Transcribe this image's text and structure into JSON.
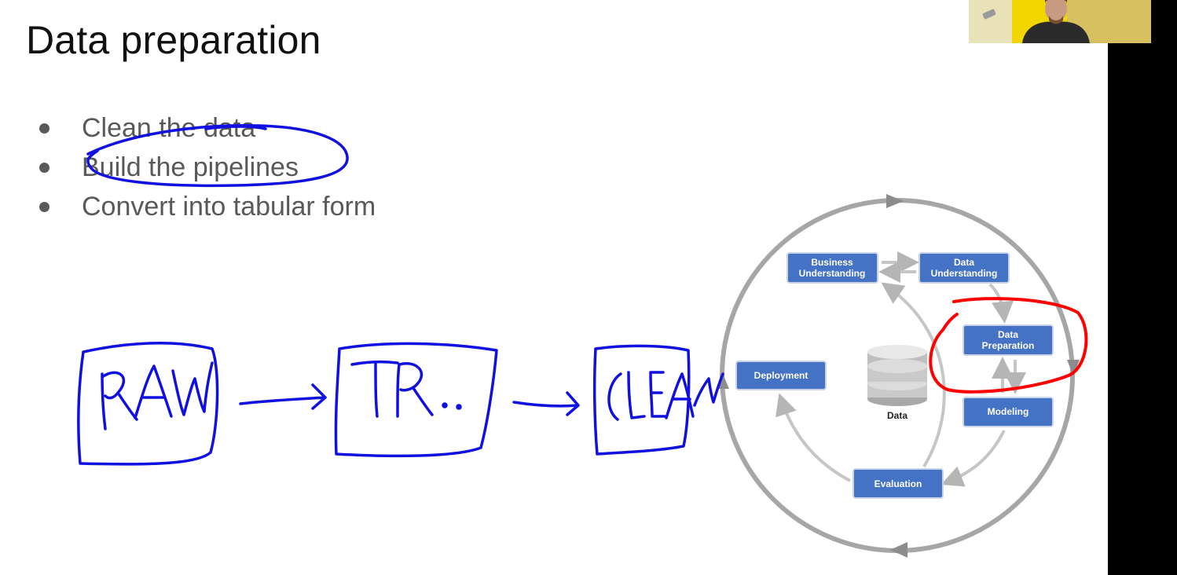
{
  "slide": {
    "title": "Data preparation",
    "bullets": [
      "Clean the data",
      "Build the pipelines",
      "Convert into tabular form"
    ]
  },
  "annotations": {
    "handwritten_boxes": [
      "RAW",
      "TR..",
      "CLEAN"
    ]
  },
  "crisp_dm": {
    "phases": {
      "business": [
        "Business",
        "Understanding"
      ],
      "data_understanding": [
        "Data",
        "Understanding"
      ],
      "data_preparation": [
        "Data",
        "Preparation"
      ],
      "deployment": "Deployment",
      "modeling": "Modeling",
      "evaluation": "Evaluation",
      "center": "Data"
    },
    "box_color": "#4472c4",
    "highlight_color": "#ff0000"
  },
  "colors": {
    "pen": "#1010e0",
    "cycle_gray": "#a6a6a6",
    "text_gray": "#595959"
  }
}
